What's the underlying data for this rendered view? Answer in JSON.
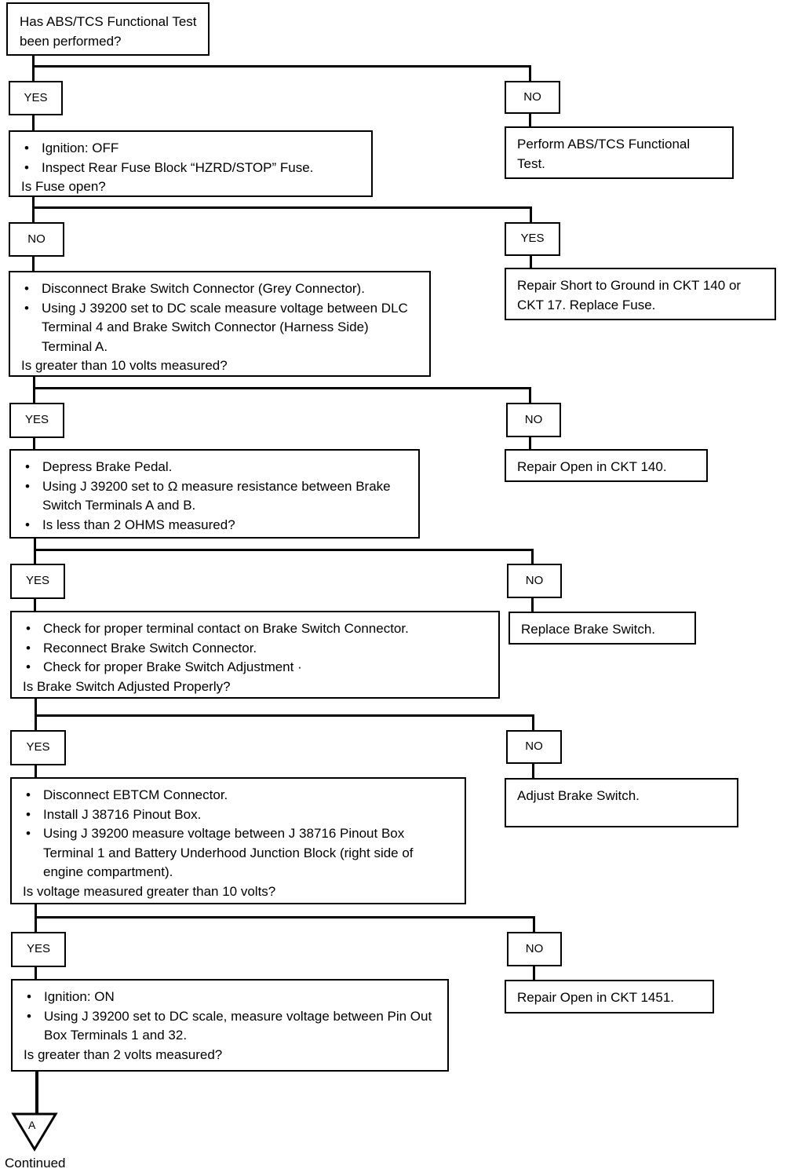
{
  "start": {
    "question": "Has ABS/TCS Functional Test been performed?"
  },
  "steps": [
    {
      "yes_label": "YES",
      "no_label": "NO",
      "yes_box": {
        "bullets": [
          "Ignition:  OFF",
          "Inspect Rear Fuse Block “HZRD/STOP” Fuse."
        ],
        "question": "Is Fuse open?"
      },
      "no_box": {
        "text": "Perform ABS/TCS Functional Test."
      }
    },
    {
      "yes_label": "YES",
      "no_label": "NO",
      "no_box": {
        "bullets": [
          "Disconnect Brake Switch Connector (Grey Connector).",
          "Using J 39200 set to DC scale measure voltage between DLC Terminal 4 and Brake Switch Connector (Harness Side) Terminal A."
        ],
        "question": "Is greater than 10 volts measured?"
      },
      "yes_box": {
        "text": "Repair Short to Ground in CKT 140 or CKT 17. Replace Fuse."
      }
    },
    {
      "yes_label": "YES",
      "no_label": "NO",
      "yes_box": {
        "bullets": [
          "Depress Brake Pedal.",
          "Using J 39200 set to Ω measure resistance between Brake Switch Terminals A and B.",
          "Is less than 2 OHMS measured?"
        ],
        "question": ""
      },
      "no_box": {
        "text": "Repair Open in CKT 140."
      }
    },
    {
      "yes_label": "YES",
      "no_label": "NO",
      "yes_box": {
        "bullets": [
          "Check for proper terminal contact on Brake Switch Connector.",
          "Reconnect Brake Switch Connector.",
          "Check for proper Brake Switch Adjustment ·"
        ],
        "question": "Is Brake Switch Adjusted Properly?"
      },
      "no_box": {
        "text": "Replace Brake Switch."
      }
    },
    {
      "yes_label": "YES",
      "no_label": "NO",
      "yes_box": {
        "bullets": [
          "Disconnect EBTCM Connector.",
          "Install J 38716 Pinout Box.",
          "Using J 39200 measure voltage between J 38716 Pinout Box Terminal 1 and Battery Underhood Junction Block (right side of engine compartment)."
        ],
        "question": "Is voltage measured greater than 10 volts?"
      },
      "no_box": {
        "text": "Adjust Brake Switch."
      }
    },
    {
      "yes_label": "YES",
      "no_label": "NO",
      "yes_box": {
        "bullets": [
          "Ignition:  ON",
          "Using J 39200 set to DC scale, measure voltage between Pin Out Box Terminals 1 and 32."
        ],
        "question": "Is greater than 2 volts measured?"
      },
      "no_box": {
        "text": "Repair Open in CKT 1451."
      }
    }
  ],
  "connector": {
    "letter": "A",
    "caption": "Continued"
  }
}
